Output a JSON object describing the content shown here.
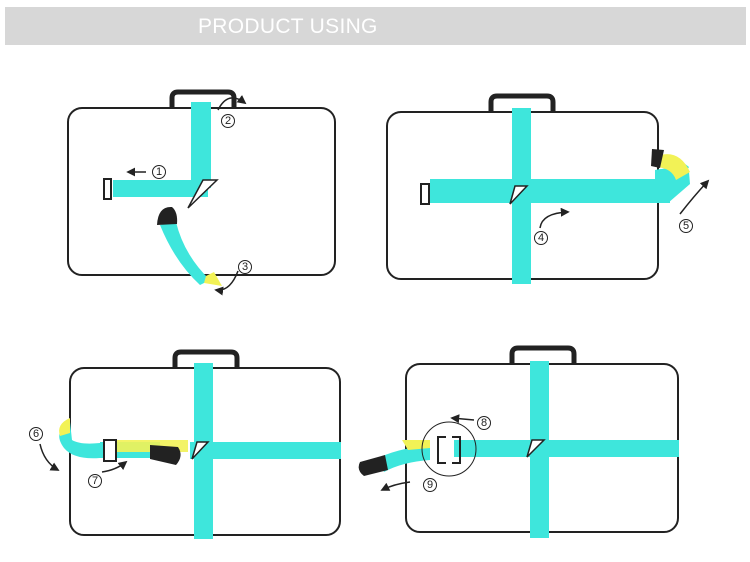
{
  "header": {
    "title": "PRODUCT USING"
  },
  "steps": [
    {
      "number": "1"
    },
    {
      "number": "2"
    },
    {
      "number": "3"
    },
    {
      "number": "4"
    },
    {
      "number": "5"
    },
    {
      "number": "6"
    },
    {
      "number": "7"
    },
    {
      "number": "8"
    },
    {
      "number": "9"
    }
  ],
  "colors": {
    "strap": "#3ee6dc",
    "strap_tip": "#f2f256",
    "buckle": "#222222",
    "header_bg": "#d7d7d7"
  }
}
